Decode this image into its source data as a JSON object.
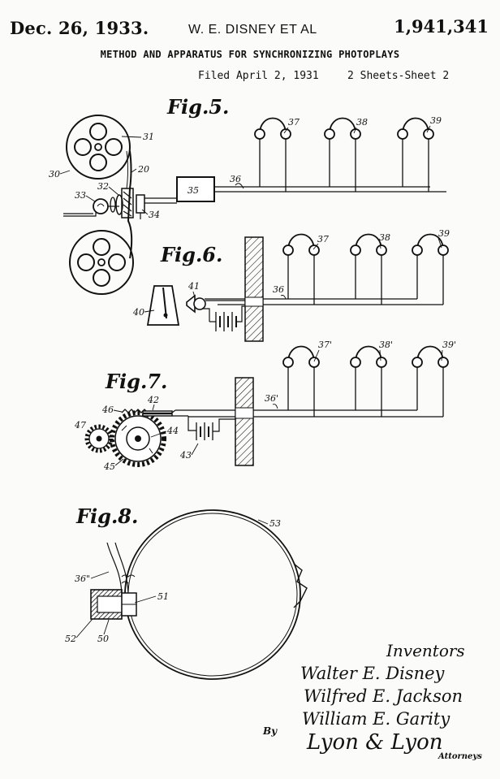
{
  "header": {
    "date": "Dec. 26, 1933.",
    "inventor_short": "W. E. DISNEY ET AL",
    "patent_number": "1,941,341",
    "title": "METHOD AND APPARATUS FOR SYNCHRONIZING PHOTOPLAYS",
    "filed": "Filed April 2, 1931",
    "sheet": "2 Sheets-Sheet 2"
  },
  "figures": {
    "fig5": "Fig.5.",
    "fig6": "Fig.6.",
    "fig7": "Fig.7.",
    "fig8": "Fig.8."
  },
  "refs": {
    "r31": "31",
    "r30": "30",
    "r20": "20",
    "r32": "32",
    "r33": "33",
    "r34": "34",
    "r35": "35",
    "r36": "36",
    "r37": "37",
    "r38": "38",
    "r39": "39",
    "f6_37": "37",
    "f6_38": "38",
    "f6_39": "39",
    "f6_36": "36",
    "f6_41": "41",
    "f6_40": "40",
    "f7_37": "37'",
    "f7_38": "38'",
    "f7_39": "39'",
    "f7_36": "36'",
    "f7_42": "42",
    "f7_46": "46",
    "f7_47": "47",
    "f7_44": "44",
    "f7_45": "45",
    "f7_43": "43",
    "f8_53": "53",
    "f8_36": "36\"",
    "f8_51": "51",
    "f8_52": "52",
    "f8_50": "50"
  },
  "signature": {
    "inventors_label": "Inventors",
    "names": [
      "Walter E. Disney",
      "Wilfred E. Jackson",
      "William E. Garity"
    ],
    "by": "By",
    "attorneys_signature": "Lyon & Lyon",
    "attorneys_label": "Attorneys"
  }
}
